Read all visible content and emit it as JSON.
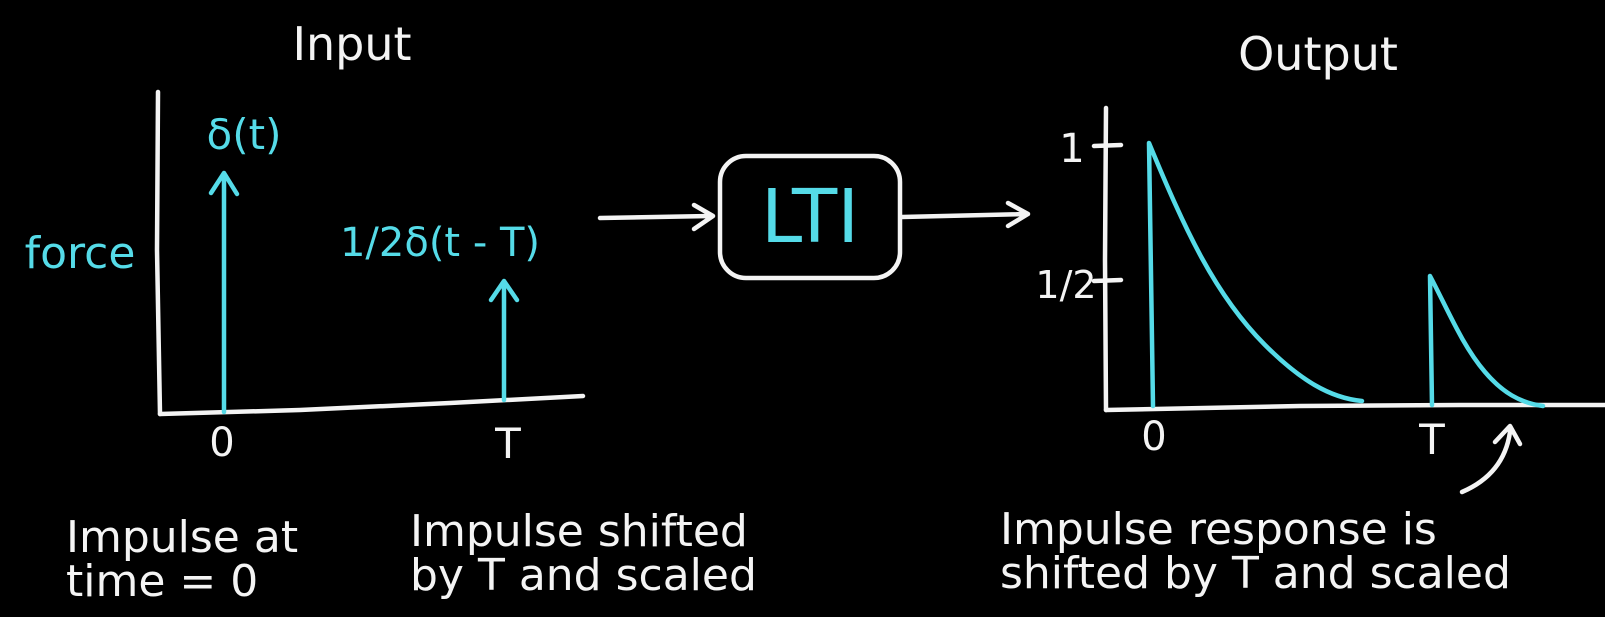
{
  "input": {
    "title": "Input",
    "y_axis_label": "force",
    "impulse_1_label": "δ(t)",
    "impulse_2_label": "1/2δ(t - T)",
    "tick_zero": "0",
    "tick_T": "T",
    "caption_left_line1": "Impulse at",
    "caption_left_line2": "time = 0",
    "caption_right_line1": "Impulse shifted",
    "caption_right_line2": "by T and scaled"
  },
  "system": {
    "label": "LTI"
  },
  "output": {
    "title": "Output",
    "tick_one": "1",
    "tick_half": "1/2",
    "tick_zero": "0",
    "tick_T": "T",
    "caption_line1": "Impulse response is",
    "caption_line2": "shifted by T and scaled"
  },
  "colors": {
    "background": "#000000",
    "ink": "#f4f4f4",
    "signal": "#55dbe8"
  }
}
